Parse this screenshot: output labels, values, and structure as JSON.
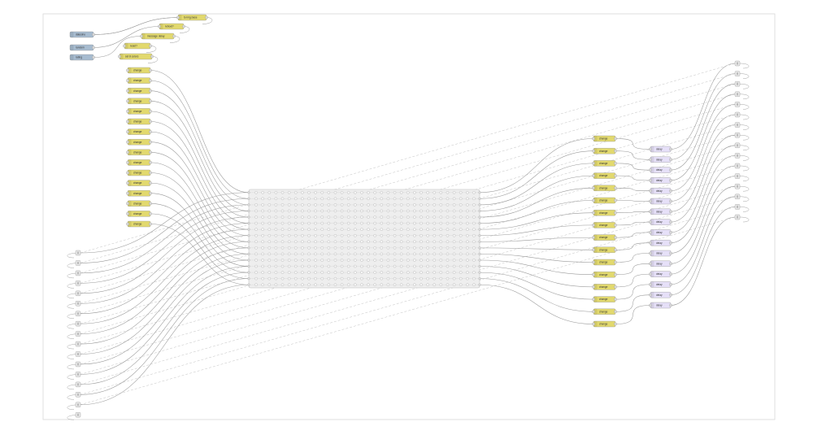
{
  "workspace": {
    "border_color": "#d8d8d8",
    "background": "#ffffff"
  },
  "colors": {
    "change": "#e2d96e",
    "function": "#e2d96e",
    "inject": "#a6bbcf",
    "delay": "#e6e0f8",
    "link": "#e8e8e8",
    "subflow": "#eeeeee",
    "wire": "#999999",
    "dashed_wire": "#bbbbbb"
  },
  "top_function_nodes": [
    {
      "label": "to img.base"
    },
    {
      "label": "reboot?"
    },
    {
      "label": "message delay"
    },
    {
      "label": "reset?"
    },
    {
      "label": "set 8 colors"
    }
  ],
  "inject_nodes": [
    {
      "label": "datesino"
    },
    {
      "label": "random"
    },
    {
      "label": "rating"
    }
  ],
  "left_change_nodes": [
    {
      "label": "change"
    },
    {
      "label": "change"
    },
    {
      "label": "change"
    },
    {
      "label": "change"
    },
    {
      "label": "change"
    },
    {
      "label": "change"
    },
    {
      "label": "change"
    },
    {
      "label": "change"
    },
    {
      "label": "change"
    },
    {
      "label": "change"
    },
    {
      "label": "change"
    },
    {
      "label": "change"
    },
    {
      "label": "change"
    },
    {
      "label": "change"
    },
    {
      "label": "change"
    },
    {
      "label": "change"
    }
  ],
  "right_change_nodes": [
    {
      "label": "change"
    },
    {
      "label": "change"
    },
    {
      "label": "change"
    },
    {
      "label": "change"
    },
    {
      "label": "change"
    },
    {
      "label": "change"
    },
    {
      "label": "change"
    },
    {
      "label": "change"
    },
    {
      "label": "change"
    },
    {
      "label": "change"
    },
    {
      "label": "change"
    },
    {
      "label": "change"
    },
    {
      "label": "change"
    },
    {
      "label": "change"
    },
    {
      "label": "change"
    },
    {
      "label": "change"
    }
  ],
  "delay_nodes": [
    {
      "label": "delay"
    },
    {
      "label": "delay"
    },
    {
      "label": "delay"
    },
    {
      "label": "delay"
    },
    {
      "label": "delay"
    },
    {
      "label": "delay"
    },
    {
      "label": "delay"
    },
    {
      "label": "delay"
    },
    {
      "label": "delay"
    },
    {
      "label": "delay"
    },
    {
      "label": "delay"
    },
    {
      "label": "delay"
    },
    {
      "label": "delay"
    },
    {
      "label": "delay"
    },
    {
      "label": "delay"
    },
    {
      "label": "delay"
    }
  ],
  "left_link_count": 17,
  "right_link_count": 16,
  "matrix": {
    "rows": 16,
    "cols": 34
  }
}
